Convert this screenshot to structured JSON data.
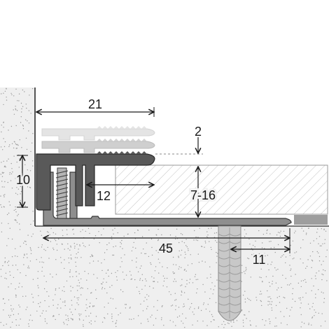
{
  "dimensions": {
    "profile_width": "21",
    "reveal_height": "2",
    "profile_height": "10",
    "clamp_depth": "12",
    "covering_thickness": "7-16",
    "base_length": "45",
    "dowel_offset": "11"
  },
  "colors": {
    "wall_fill": "#efefef",
    "speckle": "#9a9a9a",
    "profile_dark": "#595959",
    "profile_mid": "#8e8e8e",
    "profile_light": "#cfcfcf",
    "profile_faint": "#e4e4e4",
    "dowel": "#c8c8c8",
    "hatch": "#c4c4c4",
    "dim_line": "#1a1a1a"
  }
}
